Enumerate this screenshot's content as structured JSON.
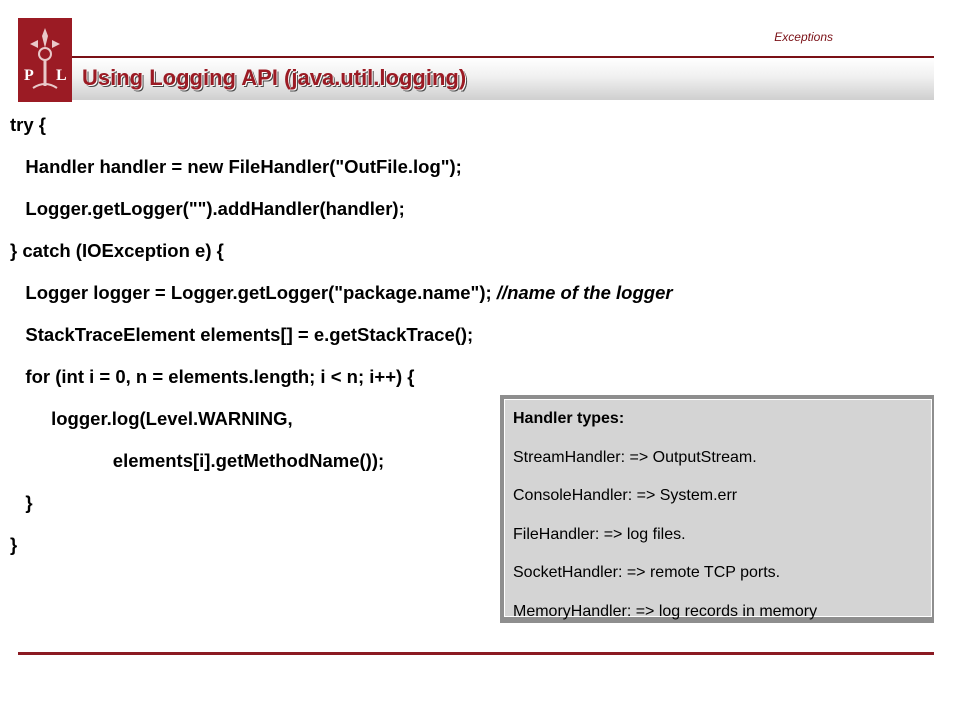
{
  "header": {
    "section_label": "Exceptions",
    "title": "Using Logging API (java.util.logging)"
  },
  "logo": {
    "text_left": "P",
    "text_right": "L",
    "color": "#9b1b24"
  },
  "code": {
    "lines": [
      "try {",
      "   Handler handler = new FileHandler(\"OutFile.log\");",
      "   Logger.getLogger(\"\").addHandler(handler);",
      "} catch (IOException e) {",
      "   Logger logger = Logger.getLogger(\"package.name\"); ",
      "   StackTraceElement elements[] = e.getStackTrace();",
      "   for (int i = 0, n = elements.length; i < n; i++) {",
      "        logger.log(Level.WARNING,",
      "                    elements[i].getMethodName());",
      "   }",
      "}"
    ],
    "comment": "//name of the logger"
  },
  "callout": {
    "heading": "Handler types:",
    "items": [
      "StreamHandler: => OutputStream.",
      "ConsoleHandler: => System.err",
      "FileHandler: => log files.",
      "SocketHandler: => remote TCP ports.",
      "MemoryHandler: => log records in memory"
    ]
  },
  "colors": {
    "accent": "#9b1b24",
    "callout_bg": "#d4d4d4"
  }
}
